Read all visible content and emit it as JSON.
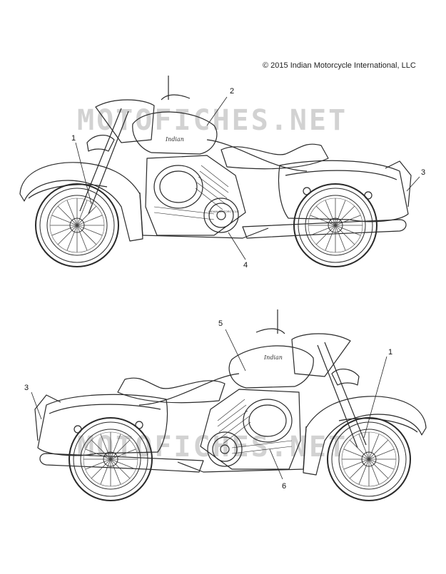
{
  "copyright": "© 2015 Indian Motorcycle International, LLC",
  "watermark": "MOTOFICHES.NET",
  "tank_logo": "Indian",
  "primary_cover_text": "INDIAN MOTORCYCLE",
  "callouts": {
    "top": [
      "1",
      "2",
      "3",
      "4"
    ],
    "bottom": [
      "5",
      "1",
      "3",
      "6"
    ]
  },
  "colors": {
    "line": "#2a2a2a",
    "watermark": "#c8c8c8"
  }
}
